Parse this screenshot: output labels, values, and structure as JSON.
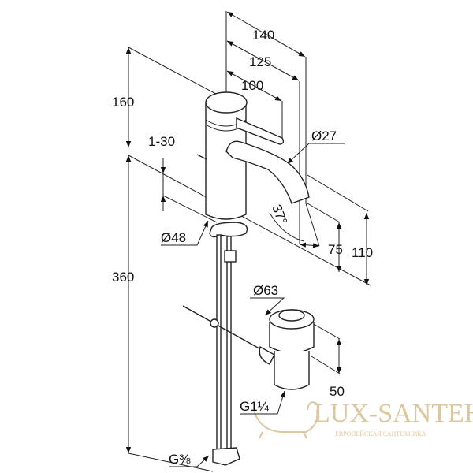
{
  "dimensions": {
    "d140": "140",
    "d125": "125",
    "d100": "100",
    "d160": "160",
    "d360": "360",
    "d1_30": "1-30",
    "dia27": "Ø27",
    "angle37": "37°",
    "d75": "75",
    "d110": "110",
    "dia48": "Ø48",
    "dia63": "Ø63",
    "d50": "50",
    "g114": "G1¼",
    "g38": "G⅜"
  },
  "watermark": {
    "brand": "LUX-SANTEH",
    "tagline": "ЕВРОПЕЙСКАЯ САНТЕХНИКА"
  },
  "colors": {
    "line": "#222222",
    "watermark": "#dcc7a0"
  }
}
